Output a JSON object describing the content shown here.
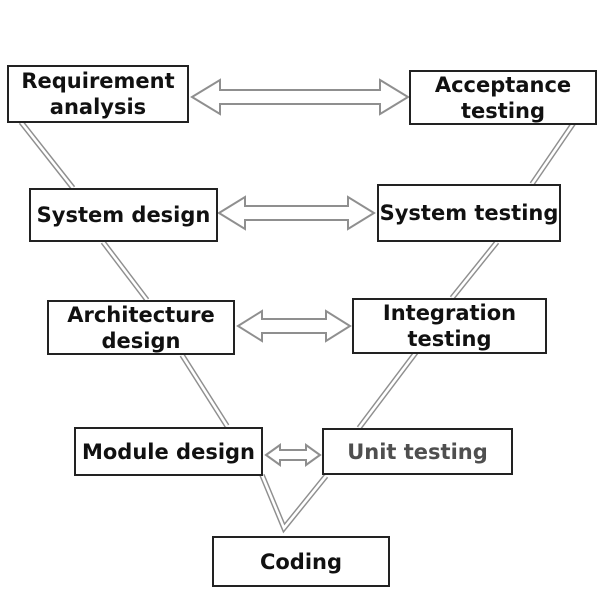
{
  "diagram": {
    "type": "v-model-flowchart",
    "boxes": {
      "requirement_analysis": "Requirement\nanalysis",
      "acceptance_testing": "Acceptance\ntesting",
      "system_design": "System design",
      "system_testing": "System testing",
      "architecture_design": "Architecture\ndesign",
      "integration_testing": "Integration\ntesting",
      "module_design": "Module design",
      "unit_testing": "Unit testing",
      "coding": "Coding"
    },
    "connections": [
      {
        "from": "requirement_analysis",
        "to": "acceptance_testing",
        "type": "bidirectional-arrow"
      },
      {
        "from": "system_design",
        "to": "system_testing",
        "type": "bidirectional-arrow"
      },
      {
        "from": "architecture_design",
        "to": "integration_testing",
        "type": "bidirectional-arrow"
      },
      {
        "from": "module_design",
        "to": "unit_testing",
        "type": "bidirectional-arrow"
      },
      {
        "from": "requirement_analysis",
        "to": "system_design",
        "type": "double-line"
      },
      {
        "from": "system_design",
        "to": "architecture_design",
        "type": "double-line"
      },
      {
        "from": "architecture_design",
        "to": "module_design",
        "type": "double-line"
      },
      {
        "from": "module_design",
        "to": "coding",
        "type": "double-line"
      },
      {
        "from": "coding",
        "to": "unit_testing",
        "type": "double-line"
      },
      {
        "from": "unit_testing",
        "to": "integration_testing",
        "type": "double-line"
      },
      {
        "from": "integration_testing",
        "to": "system_testing",
        "type": "double-line"
      },
      {
        "from": "system_testing",
        "to": "acceptance_testing",
        "type": "double-line"
      }
    ],
    "colors": {
      "background": "#ffffff",
      "box_border": "#222222",
      "text": "#111111",
      "unit_testing_text": "#4f4f4f",
      "connector": "#8f8f8f"
    }
  }
}
